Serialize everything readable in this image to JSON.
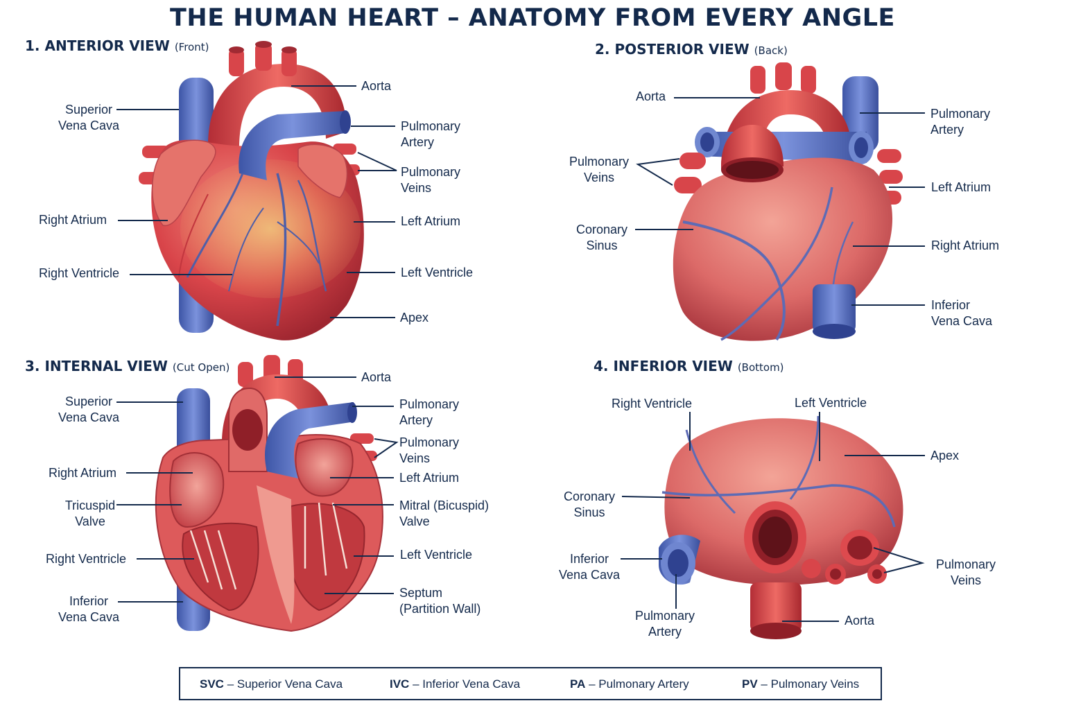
{
  "title": "THE HUMAN HEART – ANATOMY FROM EVERY ANGLE",
  "views": {
    "anterior": {
      "title": "1. ANTERIOR VIEW",
      "subtitle": "(Front)",
      "labels": {
        "svc": "Superior\nVena Cava",
        "aorta": "Aorta",
        "pa": "Pulmonary\nArtery",
        "pv": "Pulmonary\nVeins",
        "ra": "Right Atrium",
        "la": "Left Atrium",
        "rv": "Right Ventricle",
        "lv": "Left Ventricle",
        "apex": "Apex"
      }
    },
    "posterior": {
      "title": "2. POSTERIOR VIEW",
      "subtitle": "(Back)",
      "labels": {
        "aorta": "Aorta",
        "pa": "Pulmonary\nArtery",
        "pv": "Pulmonary\nVeins",
        "la": "Left  Atrium",
        "cs": "Coronary\nSinus",
        "ra": "Right Atrium",
        "ivc": "Inferior\nVena Cava"
      }
    },
    "internal": {
      "title": "3. INTERNAL VIEW",
      "subtitle": "(Cut Open)",
      "labels": {
        "aorta": "Aorta",
        "svc": "Superior\nVena Cava",
        "pa": "Pulmonary\nArtery",
        "pv": "Pulmonary\nVeins",
        "ra": "Right Atrium",
        "la": "Left Atrium",
        "tricuspid": "Tricuspid\nValve",
        "mitral": "Mitral (Bicuspid)\nValve",
        "rv": "Right Ventricle",
        "lv": "Left Ventricle",
        "ivc": "Inferior\nVena Cava",
        "septum": "Septum\n(Partition Wall)"
      }
    },
    "inferior": {
      "title": "4. INFERIOR VIEW",
      "subtitle": "(Bottom)",
      "labels": {
        "rv": "Right Ventricle",
        "lv": "Left Ventricle",
        "apex": "Apex",
        "cs": "Coronary\nSinus",
        "ivc": "Inferior\nVena Cava",
        "pv": "Pulmonary\nVeins",
        "pa": "Pulmonary\nArtery",
        "aorta": "Aorta"
      }
    }
  },
  "legend": [
    {
      "abbr": "SVC",
      "full": "– Superior Vena Cava"
    },
    {
      "abbr": "IVC",
      "full": "– Inferior Vena Cava"
    },
    {
      "abbr": "PA",
      "full": "– Pulmonary Artery"
    },
    {
      "abbr": "PV",
      "full": "– Pulmonary Veins"
    }
  ],
  "colors": {
    "ink": "#13294b",
    "heart_red": "#d9454a",
    "vessel_blue": "#5a73c2",
    "fat_yellow": "#e8b46a"
  }
}
